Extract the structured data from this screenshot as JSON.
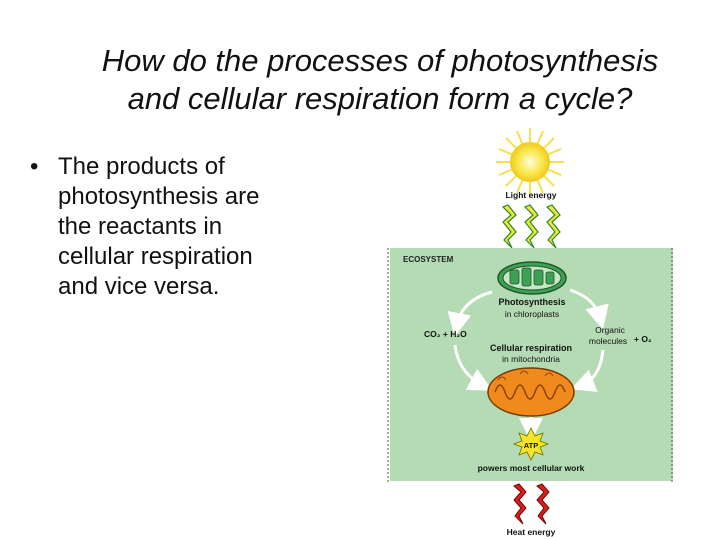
{
  "slide": {
    "title_line1": "How do the processes of photosynthesis",
    "title_line2": "and cellular respiration form a cycle?",
    "bullet_lines": [
      "The products of",
      "photosynthesis are",
      "the reactants in",
      "cellular respiration",
      "and vice versa."
    ]
  },
  "diagram": {
    "light_energy": "Light energy",
    "ecosystem": "ECOSYSTEM",
    "photosynthesis": "Photosynthesis",
    "in_chloroplasts": "in chloroplasts",
    "co2_h2o": "CO₂ + H₂O",
    "organic": "Organic",
    "molecules": "molecules",
    "plus_o2": "+ O₂",
    "cellular_respiration": "Cellular respiration",
    "in_mitochondria": "in mitochondria",
    "atp": "ATP",
    "powers_work": "powers most cellular work",
    "heat_energy": "Heat energy"
  },
  "colors": {
    "ecosystem_bg": "#b4dbb4",
    "sun": "#f7e23a",
    "bolt": "#f0e63a",
    "bolt_outline": "#2a8a2a",
    "heat_bolt": "#d62020",
    "mitochondrion": "#f08a1c",
    "chloroplast": "#3f9f55",
    "arrow": "#ffffff"
  }
}
